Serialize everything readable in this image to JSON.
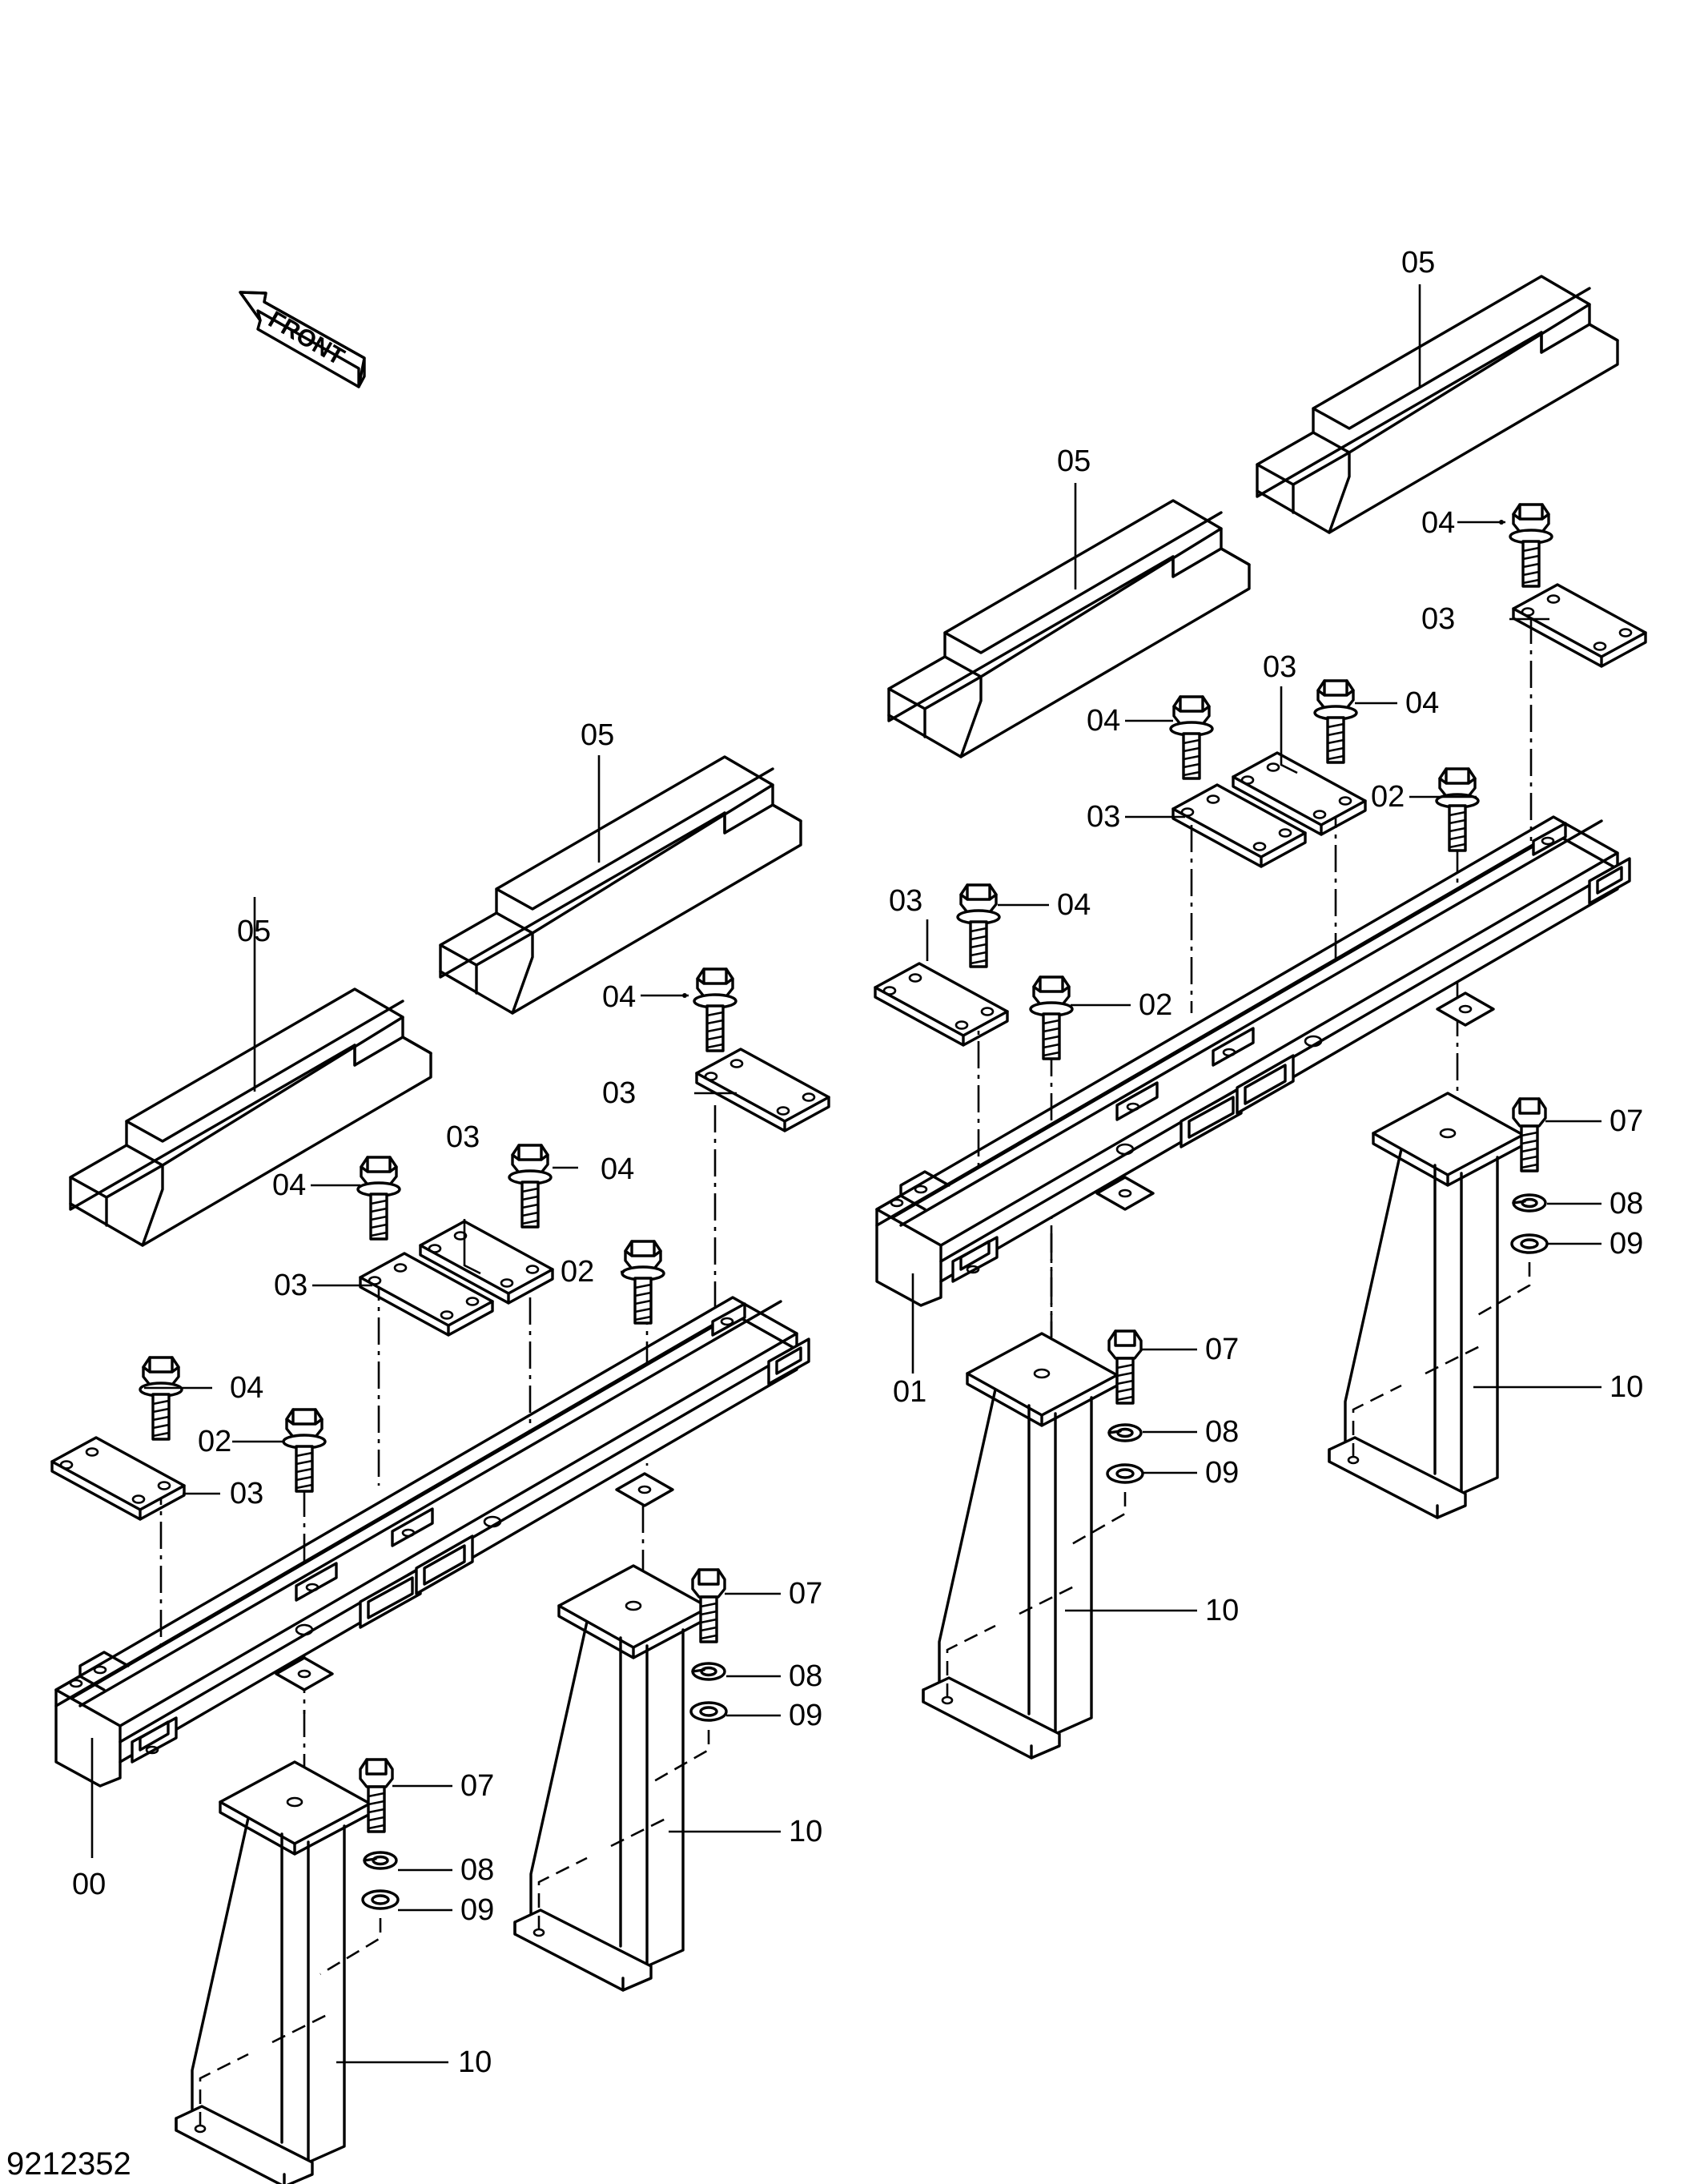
{
  "front_arrow": {
    "text": "FRONT",
    "icon": "front-arrow-icon"
  },
  "drawing_number": "9212352",
  "callouts": {
    "A": {
      "frame": "00",
      "bar_left": "05",
      "bar_right": "05",
      "plate_far": "03",
      "bolt_far": "04",
      "plate_mid_a": "03",
      "plate_mid_b": "03",
      "bolt_mid_a": "04",
      "bolt_mid_b": "04",
      "plate_near": "03",
      "bolt_near": "04",
      "bolt2_a": "02",
      "bolt2_b": "02",
      "bolt7_a": "07",
      "washer8_a": "08",
      "washer9_a": "09",
      "leg_a": "10",
      "bolt7_b": "07",
      "washer8_b": "08",
      "washer9_b": "09",
      "leg_b": "10"
    },
    "B": {
      "frame": "01",
      "bar_left": "05",
      "bar_right": "05",
      "plate_far": "03",
      "bolt_far": "04",
      "plate_mid_a": "03",
      "plate_mid_b": "03",
      "bolt_mid_a": "04",
      "bolt_mid_b": "04",
      "plate_near": "03",
      "bolt_near": "04",
      "bolt2_a": "02",
      "bolt2_b": "02",
      "bolt7_a": "07",
      "washer8_a": "08",
      "washer9_a": "09",
      "leg_a": "10",
      "bolt7_b": "07",
      "washer8_b": "08",
      "washer9_b": "09",
      "leg_b": "10"
    }
  }
}
